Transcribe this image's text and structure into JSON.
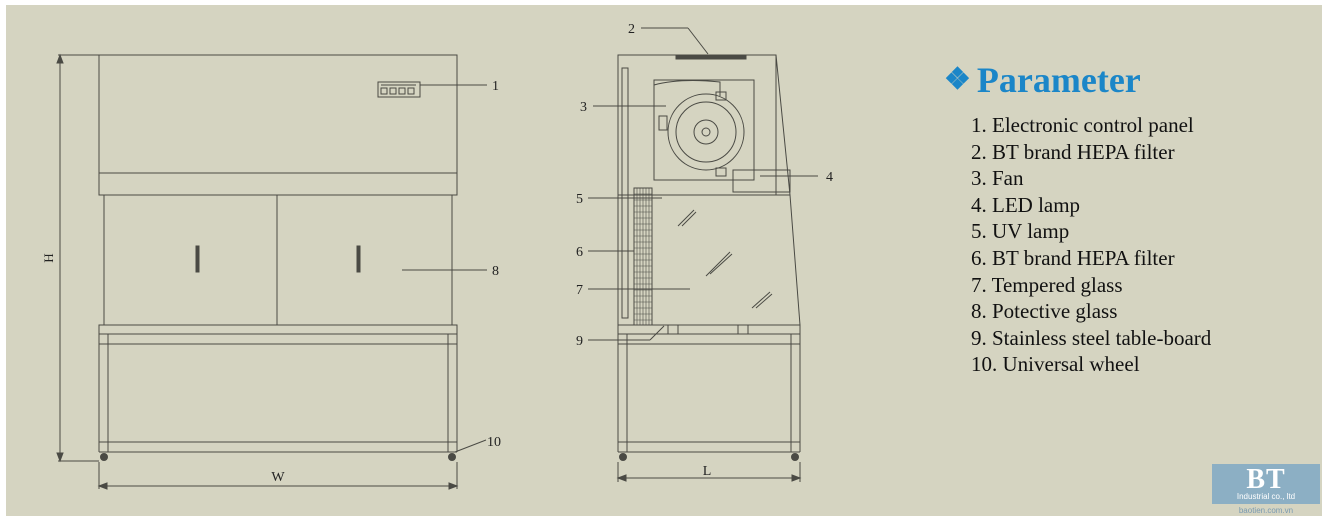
{
  "colors": {
    "background": "#d5d4c1",
    "line": "#4a4a44",
    "heading": "#1b86c8",
    "logo": "#7fa8c4"
  },
  "front_view": {
    "dim_height": "H",
    "dim_width": "W",
    "callouts": [
      "1",
      "8",
      "10"
    ]
  },
  "side_view": {
    "dim_length": "L",
    "callouts": [
      "2",
      "3",
      "4",
      "5",
      "6",
      "7",
      "9"
    ]
  },
  "parameter": {
    "icon": "diamond-icon",
    "title": "Parameter",
    "items": [
      "1. Electronic control panel",
      "2. BT brand HEPA filter",
      "3. Fan",
      "4. LED lamp",
      "5. UV lamp",
      "6. BT brand HEPA filter",
      "7. Tempered glass",
      "8. Potective glass",
      "9. Stainless steel table-board",
      "10. Universal wheel"
    ]
  },
  "logo": {
    "brand": "BT",
    "subtitle": "Industrial co., ltd",
    "url": "baotien.com.vn"
  }
}
